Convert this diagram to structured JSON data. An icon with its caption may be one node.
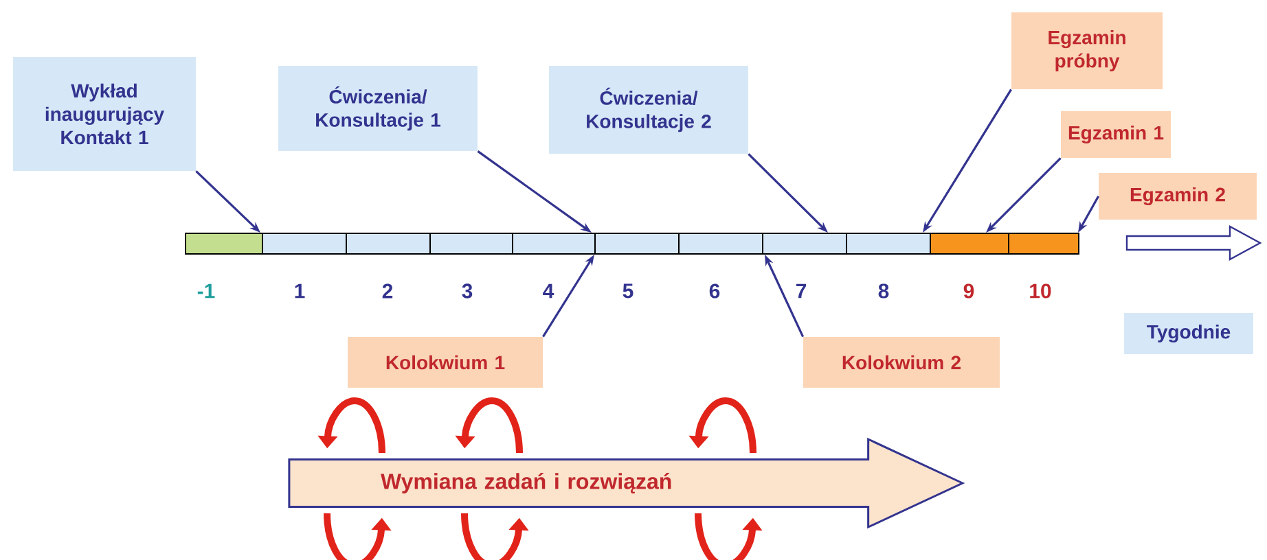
{
  "diagram": {
    "nodes": [
      {
        "text": [
          "Wykład inaugurujący Kontakt 1"
        ]
      },
      {
        "text": [
          "Ćwiczenia/ Konsultacje 1"
        ]
      },
      {
        "text": [
          "Ćwiczenia/ Konsultacje 2"
        ]
      },
      {
        "text": [
          "Egzamin próbny"
        ]
      },
      {
        "text": [
          "Egzamin 1"
        ]
      },
      {
        "text": [
          "Egzamin 2"
        ]
      },
      {
        "text": [],
        "shape": "bar"
      },
      {
        "text": [
          "Kolokwium 1"
        ]
      },
      {
        "text": [
          "Kolokwium 2"
        ]
      },
      {
        "text": [
          "Tygodnie"
        ]
      },
      {
        "text": [
          "Wymiana zadań i rozwiązań"
        ]
      }
    ],
    "edges": [
      {
        "from": 0,
        "to": 6,
        "arrow": "to"
      },
      {
        "from": 1,
        "to": 6,
        "arrow": "to"
      },
      {
        "from": 2,
        "to": 6,
        "arrow": "to"
      },
      {
        "from": 3,
        "to": 6,
        "arrow": "to"
      },
      {
        "from": 4,
        "to": 6,
        "arrow": "to"
      },
      {
        "from": 5,
        "to": 6,
        "arrow": "to"
      },
      {
        "from": 7,
        "to": 6,
        "arrow": "to"
      },
      {
        "from": 8,
        "to": 6,
        "arrow": "to"
      }
    ],
    "labels": [
      "-1",
      "1",
      "2",
      "3",
      "4",
      "5",
      "6",
      "7",
      "8",
      "9",
      "10"
    ]
  }
}
